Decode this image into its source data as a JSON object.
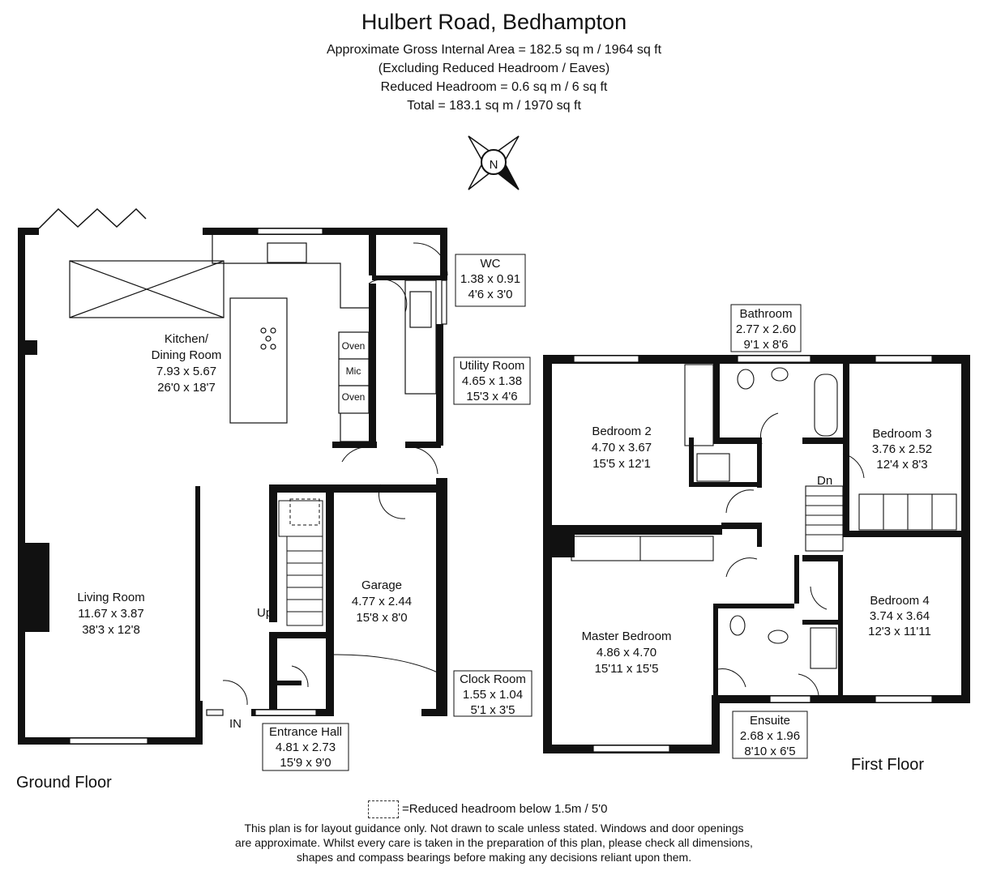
{
  "title": "Hulbert Road, Bedhampton",
  "areas": [
    "Approximate Gross Internal Area = 182.5 sq m / 1964 sq ft",
    "(Excluding Reduced Headroom / Eaves)",
    "Reduced Headroom = 0.6 sq m / 6 sq ft",
    "Total = 183.1 sq m / 1970 sq ft"
  ],
  "compass": "N",
  "floors": {
    "ground": "Ground Floor",
    "first": "First Floor"
  },
  "rooms": {
    "kitchen": [
      "Kitchen/",
      "Dining Room",
      "7.93 x 5.67",
      "26'0 x 18'7"
    ],
    "living": [
      "Living Room",
      "11.67 x 3.87",
      "38'3 x 12'8"
    ],
    "garage": [
      "Garage",
      "4.77 x 2.44",
      "15'8 x 8'0"
    ],
    "wc": [
      "WC",
      "1.38 x 0.91",
      "4'6 x 3'0"
    ],
    "utility": [
      "Utility Room",
      "4.65 x 1.38",
      "15'3 x 4'6"
    ],
    "clock": [
      "Clock Room",
      "1.55 x 1.04",
      "5'1 x 3'5"
    ],
    "entrance": [
      "Entrance Hall",
      "4.81 x 2.73",
      "15'9 x 9'0"
    ],
    "bathroom": [
      "Bathroom",
      "2.77 x 2.60",
      "9'1 x 8'6"
    ],
    "bed2": [
      "Bedroom 2",
      "4.70 x 3.67",
      "15'5 x 12'1"
    ],
    "bed3": [
      "Bedroom 3",
      "3.76 x 2.52",
      "12'4 x 8'3"
    ],
    "bed4": [
      "Bedroom 4",
      "3.74 x 3.64",
      "12'3 x 11'11"
    ],
    "master": [
      "Master Bedroom",
      "4.86 x 4.70",
      "15'11 x 15'5"
    ],
    "ensuite": [
      "Ensuite",
      "2.68 x 1.96",
      "8'10 x 6'5"
    ]
  },
  "fixtures": {
    "oven1": "Oven",
    "mic": "Mic",
    "oven2": "Oven",
    "up": "Up",
    "dn": "Dn",
    "in": "IN"
  },
  "legend": "=Reduced headroom below 1.5m / 5'0",
  "disclaimer": [
    "This plan is for layout guidance only. Not drawn to scale unless stated. Windows and door openings",
    "are approximate. Whilst every care is taken in the preparation of this plan, please check all dimensions,",
    "shapes and compass bearings before making any decisions reliant upon them."
  ]
}
